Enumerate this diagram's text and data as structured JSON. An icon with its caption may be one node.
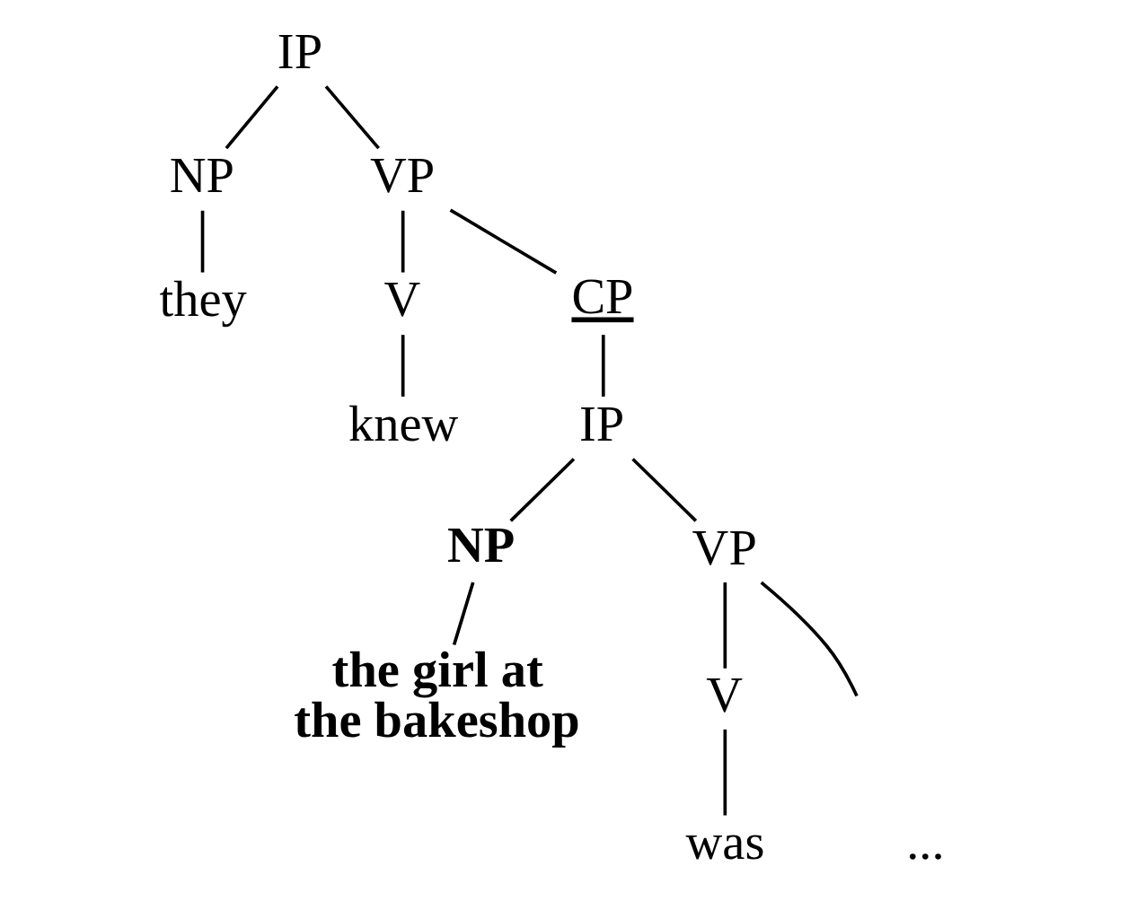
{
  "diagram": {
    "nodes": [
      {
        "text": [
          "IP"
        ]
      },
      {
        "text": [
          "NP"
        ]
      },
      {
        "text": [
          "VP"
        ]
      },
      {
        "text": [
          "they"
        ]
      },
      {
        "text": [
          "V"
        ]
      },
      {
        "text": [
          "CP"
        ]
      },
      {
        "text": [
          "knew"
        ]
      },
      {
        "text": [
          "IP"
        ]
      },
      {
        "text": [
          "NP"
        ]
      },
      {
        "text": [
          "VP"
        ]
      },
      {
        "text": [
          "the girl at the bakeshop"
        ]
      },
      {
        "text": [
          "V"
        ]
      },
      {
        "text": [
          "was"
        ]
      }
    ],
    "edges": [
      {
        "from": 0,
        "to": 1,
        "arrow": "none"
      },
      {
        "from": 0,
        "to": 2,
        "arrow": "none"
      },
      {
        "from": 1,
        "to": 3,
        "arrow": "none"
      },
      {
        "from": 2,
        "to": 4,
        "arrow": "none"
      },
      {
        "from": 2,
        "to": 5,
        "arrow": "none"
      },
      {
        "from": 4,
        "to": 6,
        "arrow": "none"
      },
      {
        "from": 5,
        "to": 7,
        "arrow": "none"
      },
      {
        "from": 7,
        "to": 8,
        "arrow": "none"
      },
      {
        "from": 7,
        "to": 9,
        "arrow": "none"
      },
      {
        "from": 8,
        "to": 10,
        "arrow": "none"
      },
      {
        "from": 9,
        "to": 11,
        "arrow": "none"
      },
      {
        "from": 9,
        "to": null,
        "arrow": "none"
      },
      {
        "from": 11,
        "to": 12,
        "arrow": "none"
      }
    ],
    "labels": [
      "..."
    ]
  }
}
